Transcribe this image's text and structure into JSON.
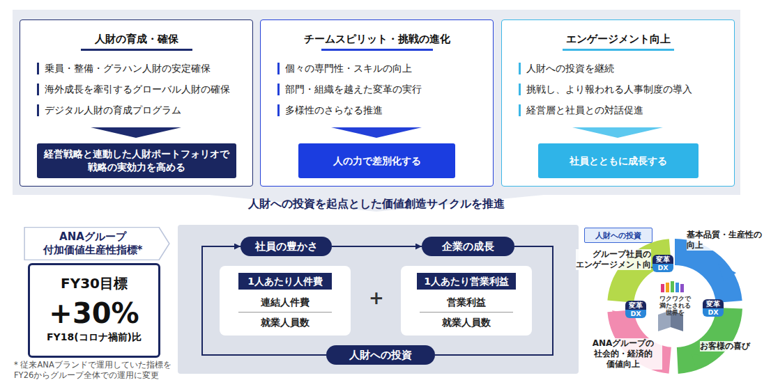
{
  "diagram": {
    "nodes": [
      {
        "text": [
          "人財の育成・確保",
          "乗員・整備・グラハン人財の安定確保",
          "海外成長を牽引するグローバル人財の確保",
          "デジタル人財の育成プログラム"
        ]
      },
      {
        "text": [
          "経営戦略と連動した人財ポートフォリオで 戦略の実効力を高める"
        ],
        "in": 0
      },
      {
        "text": [
          "チームスピリット・挑戦の進化",
          "個々の専門性・スキルの向上",
          "部門・組織を越えた変革の実行",
          "多様性のさらなる推進"
        ]
      },
      {
        "text": [
          "人の力で差別化する"
        ],
        "in": 2
      },
      {
        "text": [
          "エンゲージメント向上",
          "人財への投資を継続",
          "挑戦し、より報われる人事制度の導入",
          "経営層と社員との対話促進"
        ]
      },
      {
        "text": [
          "社員とともに成長する"
        ],
        "in": 4
      },
      {
        "text": [
          "ANAグループ 付加価値生産性指標*"
        ]
      },
      {
        "text": [
          "FY30目標",
          "+30%",
          "FY18(コロナ禍前)比"
        ]
      },
      {
        "text": [
          "社員の豊かさ"
        ]
      },
      {
        "text": [
          "企業の成長"
        ]
      },
      {
        "text": [
          "1人あたり人件費",
          "連結人件費",
          "就業人員数"
        ]
      },
      {
        "text": [
          "1人あたり営業利益",
          "営業利益",
          "就業人員数"
        ]
      },
      {
        "text": [
          "人財への投資"
        ]
      },
      {
        "text": [
          "人財への投資"
        ]
      }
    ],
    "edges": [
      {
        "from": 12,
        "to": 8,
        "arrow": "to"
      },
      {
        "from": 8,
        "to": 9,
        "arrow": "to"
      },
      {
        "from": 9,
        "to": 12,
        "arrow": "none"
      }
    ],
    "labels": [
      "人財への投資を起点とした価値創造サイクルを推進",
      "* 従来ANAブランドで運用していた指標を FY26からグループ全体での運用に変更",
      "+",
      "基本品質・生産性の向上",
      "グループ社員の エンゲージメント向上",
      "お客様の喜び",
      "ANAグループの 社会的・経済的 価値向上",
      "変革",
      "DX",
      "変革",
      "DX",
      "変革",
      "DX",
      "ワクワクで 満たされる 世界を"
    ]
  }
}
